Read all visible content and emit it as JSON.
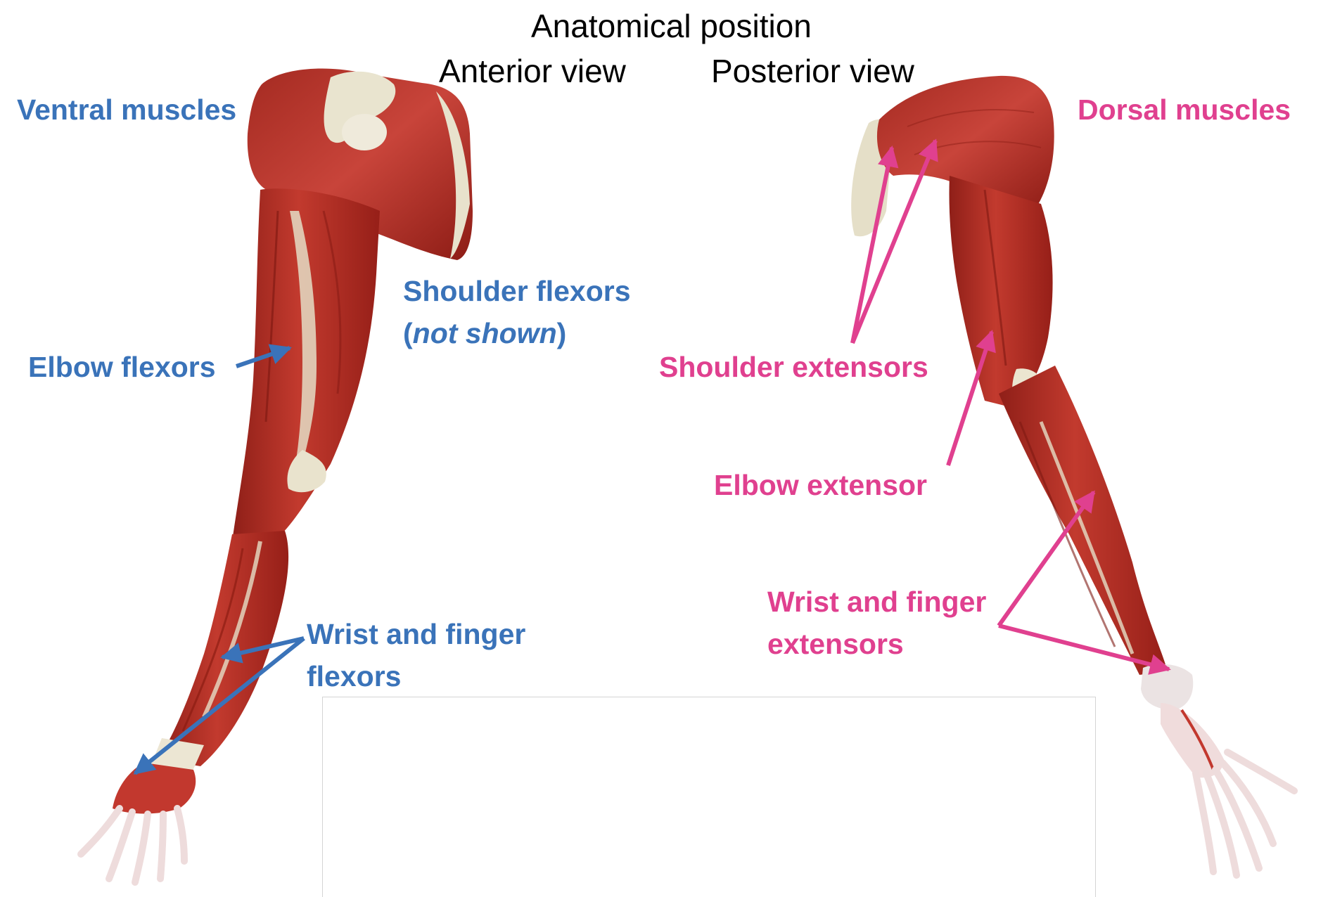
{
  "title": "Anatomical position",
  "views": {
    "anterior": "Anterior view",
    "posterior": "Posterior view"
  },
  "colors": {
    "ventral_labels": "#3a73b9",
    "dorsal_labels": "#e0408f",
    "muscle": "#b32b22",
    "tendon": "#ece7d6",
    "hand": "#f0dcdc"
  },
  "left_arm": {
    "group_label": "Ventral muscles",
    "shoulder_flexors": "Shoulder flexors",
    "not_shown_open": "(",
    "not_shown": "not shown",
    "not_shown_close": ")",
    "elbow_flexors": "Elbow flexors",
    "wrist_line1": "Wrist and finger",
    "wrist_line2": "flexors"
  },
  "right_arm": {
    "group_label": "Dorsal muscles",
    "shoulder_extensors": "Shoulder extensors",
    "elbow_extensor": "Elbow extensor",
    "wrist_line1": "Wrist and finger",
    "wrist_line2": "extensors"
  }
}
